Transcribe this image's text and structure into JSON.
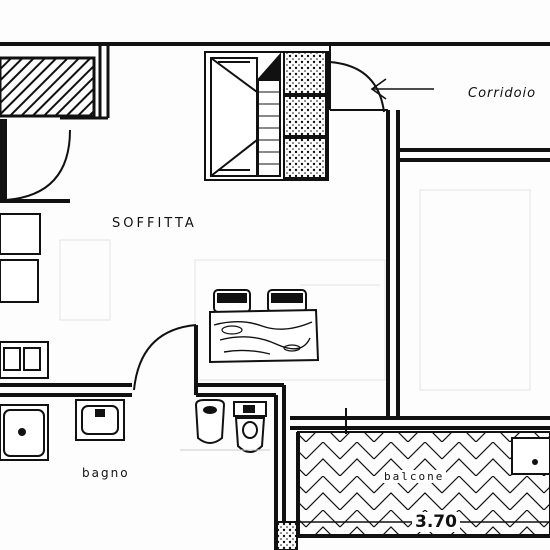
{
  "rooms": {
    "soffitta": "SOFFITTA",
    "corridoio": "Corridoio",
    "bagno": "bagno",
    "balcone": "balcone"
  },
  "dimension": "3.70",
  "colors": {
    "ink": "#111111",
    "paper": "#fdfdfd",
    "ghost": "#dddddd"
  }
}
